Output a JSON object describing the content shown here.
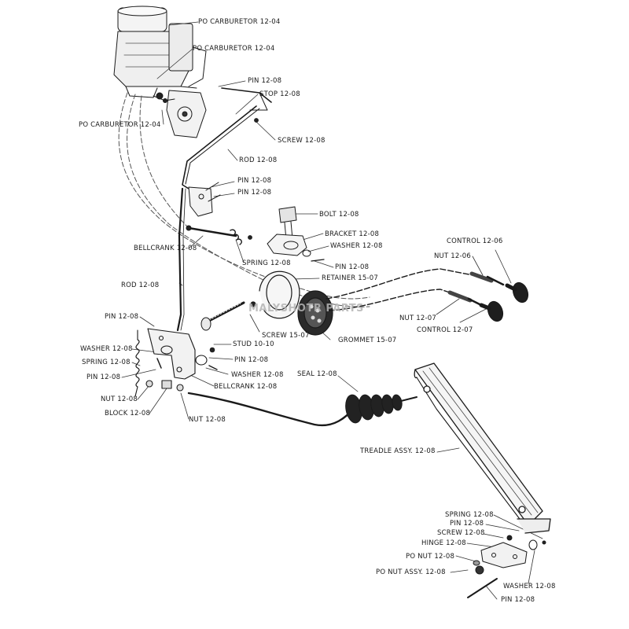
{
  "watermark": "MALYSHOTR PARTS",
  "labels": {
    "po_carburetor_1": "PO CARBURETOR 12-04",
    "po_carburetor_2": "PO CARBURETOR 12-04",
    "po_carburetor_3": "PO CARBURETOR 12-04",
    "pin_top": "PIN 12-08",
    "stop": "STOP 12-08",
    "screw_top": "SCREW 12-08",
    "rod_top": "ROD 12-08",
    "pin_upper_1": "PIN 12-08",
    "pin_upper_2": "PIN 12-08",
    "bolt": "BOLT 12-08",
    "bracket": "BRACKET 12-08",
    "washer_bracket": "WASHER 12-08",
    "pin_bracket": "PIN 12-08",
    "bellcrank_upper": "BELLCRANK 12-08",
    "spring_mid": "SPRING 12-08",
    "retainer": "RETAINER 15-07",
    "control_upper": "CONTROL 12-06",
    "nut_upper": "NUT 12-06",
    "rod_left": "ROD 12-08",
    "pin_left": "PIN 12-08",
    "washer_left": "WASHER 12-08",
    "spring_left": "SPRING 12-08",
    "pin_left_2": "PIN 12-08",
    "nut_left": "NUT 12-08",
    "block": "BLOCK 12-08",
    "nut_bottom": "NUT 12-08",
    "stud": "STUD 10-10",
    "screw_grommet": "SCREW 15-07",
    "grommet": "GROMMET 15-07",
    "pin_mid": "PIN 12-08",
    "washer_mid": "WASHER 12-08",
    "bellcrank_lower": "BELLCRANK 12-08",
    "nut_lower": "NUT 12-07",
    "control_lower": "CONTROL 12-07",
    "seal": "SEAL 12-08",
    "treadle": "TREADLE ASSY. 12-08",
    "spring_hinge": "SPRING 12-08",
    "pin_hinge": "PIN 12-08",
    "screw_hinge": "SCREW 12-08",
    "hinge": "HINGE 12-08",
    "po_nut": "PO NUT 12-08",
    "po_nut_assy": "PO NUT ASSY. 12-08",
    "washer_hinge": "WASHER 12-08",
    "pin_bottom": "PIN 12-08"
  }
}
